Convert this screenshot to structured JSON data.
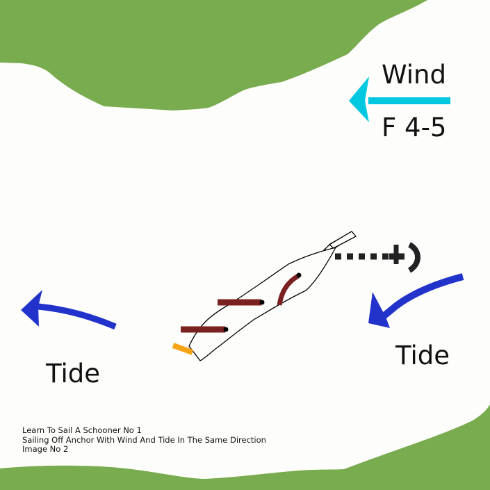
{
  "diagram": {
    "type": "sailing-manoeuvre",
    "colors": {
      "water": "#fdfefb",
      "land": "#79ab4f",
      "wind_arrow": "#00c8e0",
      "tide_arrow": "#2233cc",
      "sails": "#7a2222",
      "anchor": "#222222",
      "rudder": "#f5a516",
      "hull_outline": "#000000"
    },
    "wind": {
      "label": "Wind",
      "force": "F 4-5",
      "direction": "east-to-west"
    },
    "tide_left": {
      "label": "Tide"
    },
    "tide_right": {
      "label": "Tide"
    },
    "icons": {
      "anchor": "anchor-icon",
      "schooner": "schooner-hull-icon",
      "wind_arrow": "wind-arrow-icon",
      "tide_arrow": "tide-arrow-icon"
    },
    "caption": {
      "line1": "Learn To Sail A Schooner No 1",
      "line2": "Sailing Off Anchor With Wind And Tide In The Same Direction",
      "line3": "Image No 2"
    }
  }
}
